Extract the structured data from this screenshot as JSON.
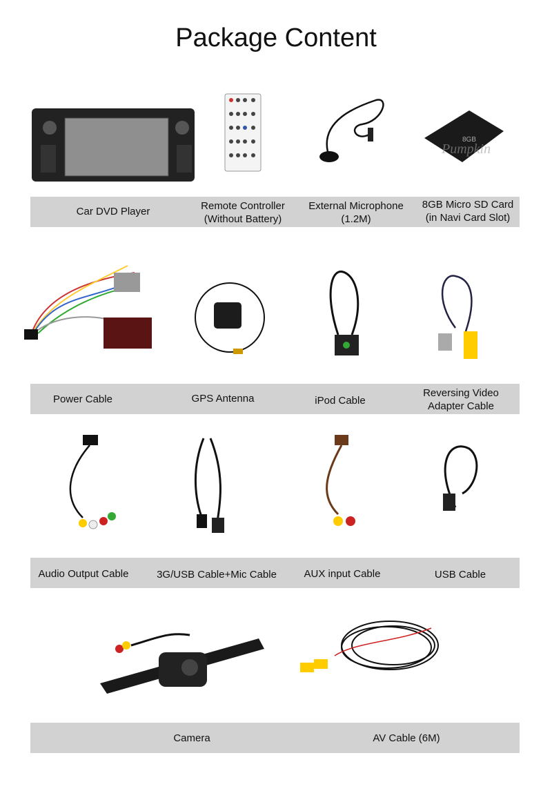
{
  "title": "Package Content",
  "rows": [
    {
      "items": [
        {
          "label": "Car DVD Player",
          "icon": "car-dvd-player"
        },
        {
          "label": "Remote Controller",
          "label2": "(Without Battery)",
          "icon": "remote-controller"
        },
        {
          "label": "External Microphone",
          "label2": "(1.2M)",
          "icon": "microphone"
        },
        {
          "label": "8GB Micro SD Card",
          "label2": "(in Navi Card Slot)",
          "icon": "sd-card",
          "card_text": "8GB"
        }
      ]
    },
    {
      "items": [
        {
          "label": "Power Cable",
          "icon": "power-cable"
        },
        {
          "label": "GPS Antenna",
          "icon": "gps-antenna"
        },
        {
          "label": "iPod Cable",
          "icon": "ipod-cable"
        },
        {
          "label": "Reversing Video",
          "label2": "Adapter Cable",
          "icon": "video-adapter-cable"
        }
      ]
    },
    {
      "items": [
        {
          "label": "Audio Output Cable",
          "icon": "audio-cable"
        },
        {
          "label": "3G/USB Cable+Mic Cable",
          "icon": "usb-mic-cable"
        },
        {
          "label": "AUX input Cable",
          "icon": "aux-cable"
        },
        {
          "label": "USB Cable",
          "icon": "usb-cable"
        }
      ]
    },
    {
      "items": [
        {
          "label": "Camera",
          "icon": "camera"
        },
        {
          "label": "AV Cable (6M)",
          "icon": "av-cable"
        }
      ]
    }
  ],
  "watermark": "Pumpkin",
  "colors": {
    "bar": "#d2d2d2",
    "text": "#111111"
  }
}
